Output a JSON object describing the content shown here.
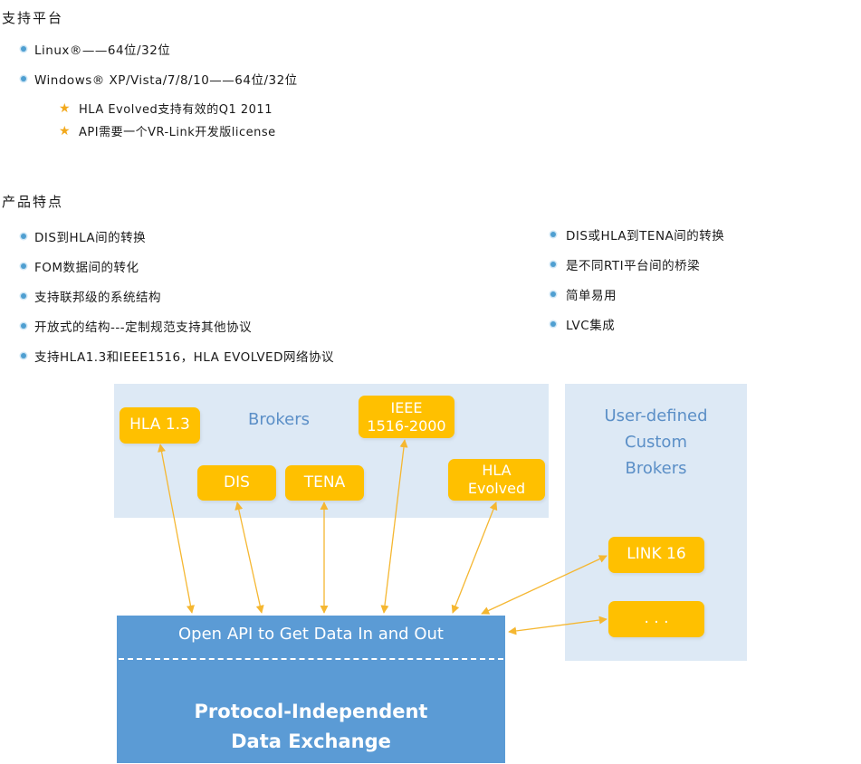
{
  "section1": {
    "heading": "支持平台",
    "items": [
      "Linux®——64位/32位",
      "Windows® XP/Vista/7/8/10——64位/32位"
    ],
    "subitems": [
      "HLA Evolved支持有效的Q1 2011",
      "API需要一个VR-Link开发版license"
    ]
  },
  "section2": {
    "heading": "产品特点",
    "left": [
      "DIS到HLA间的转换",
      "FOM数据间的转化",
      "支持联邦级的系统结构",
      "开放式的结构---定制规范支持其他协议",
      "支持HLA1.3和IEEE1516，HLA EVOLVED网络协议"
    ],
    "right": [
      "DIS或HLA到TENA间的转换",
      "是不同RTI平台间的桥梁",
      "简单易用",
      "LVC集成"
    ]
  },
  "diagram": {
    "brokers_title": "Brokers",
    "user_title": "User-defined\nCustom\nBrokers",
    "chips": {
      "hla13": "HLA 1.3",
      "dis": "DIS",
      "tena": "TENA",
      "ieee": "IEEE\n1516-2000",
      "hla_evolved": "HLA\nEvolved",
      "link16": "LINK 16",
      "more": ". . ."
    },
    "core_top": "Open API to Get Data In and Out",
    "core_main": "Protocol-Independent\nData Exchange",
    "colors": {
      "panel": "#dde9f5",
      "chip": "#ffc000",
      "core": "#5b9bd5",
      "arrow": "#f5b731"
    }
  }
}
